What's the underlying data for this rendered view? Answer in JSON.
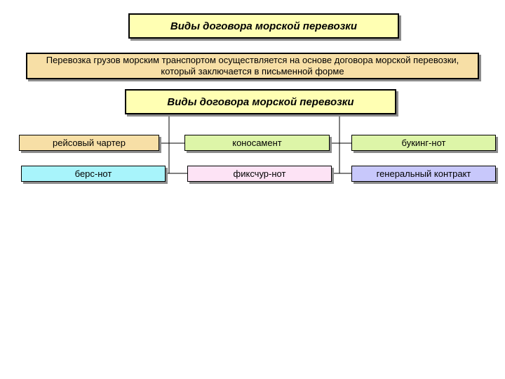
{
  "title": "Виды  договора  морской  перевозки",
  "description": {
    "line1": "Перевозка грузов морским транспортом осуществляется на основе договора морской перевозки,",
    "line2": "который  заключается  в   письменной   форме"
  },
  "subtitle": "Виды  договора  морской  перевозки",
  "types": {
    "charter": "рейсовый  чартер",
    "konosament": "коносамент",
    "booking": "букинг-нот",
    "bers": "берс-нот",
    "fixture": "фиксчур-нот",
    "general": "генеральный  контракт"
  }
}
